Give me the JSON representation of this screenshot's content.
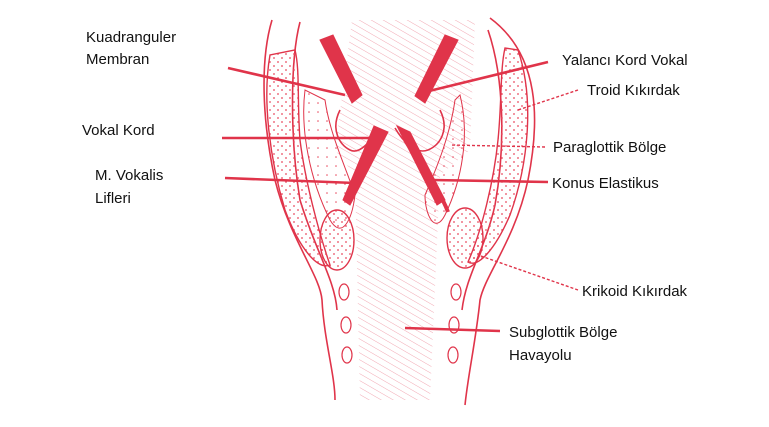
{
  "colors": {
    "line": "#e0344a",
    "dots": "#e84a60",
    "hatch": "#f2a8b3",
    "background": "#ffffff",
    "text": "#111111"
  },
  "labels": {
    "kuadranguler_line1": "Kuadranguler",
    "kuadranguler_line2": "Membran",
    "vokal_kord": "Vokal Kord",
    "vokalis_line1": "M. Vokalis",
    "vokalis_line2": "Lifleri",
    "yalanci_kord": "Yalancı Kord Vokal",
    "troid": "Troid Kıkırdak",
    "paraglottik": "Paraglottik Bölge",
    "konus": "Konus Elastikus",
    "krikoid": "Krikoid Kıkırdak",
    "subglottik_line1": "Subglottik Bölge",
    "subglottik_line2": "Havayolu"
  }
}
